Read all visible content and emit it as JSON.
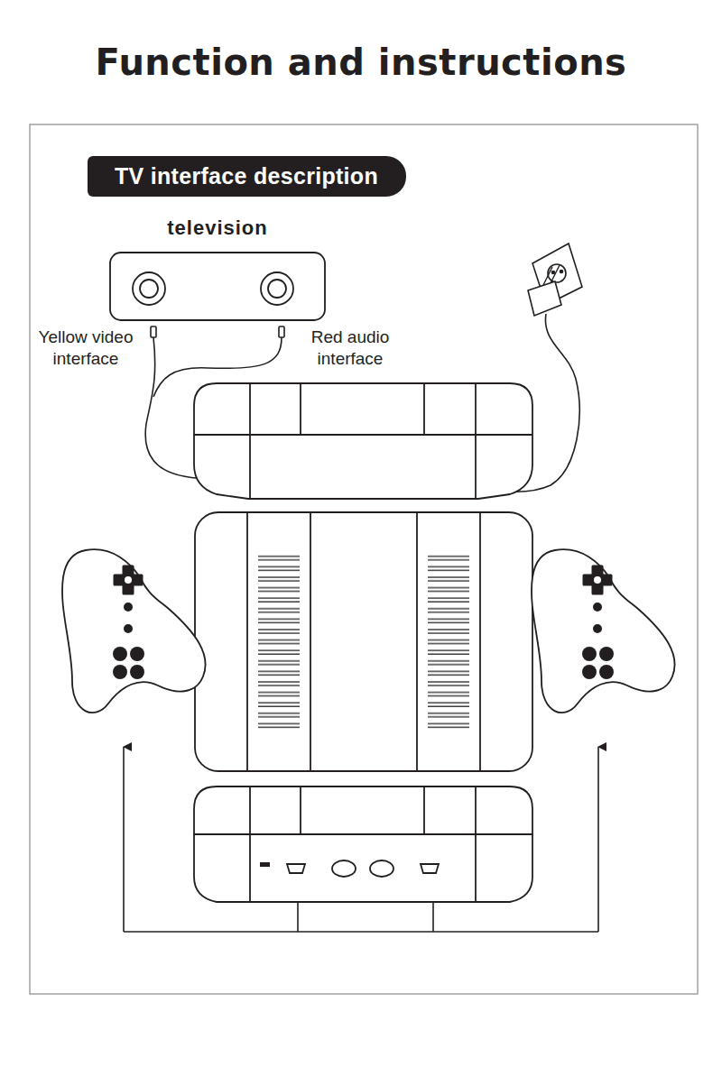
{
  "diagram": {
    "title": "Function and instructions",
    "nodes": [
      {
        "text": [
          "TV interface description"
        ]
      },
      {
        "text": [
          "television"
        ]
      }
    ],
    "labels": [
      "Yellow video interface",
      "Red audio interface"
    ]
  }
}
